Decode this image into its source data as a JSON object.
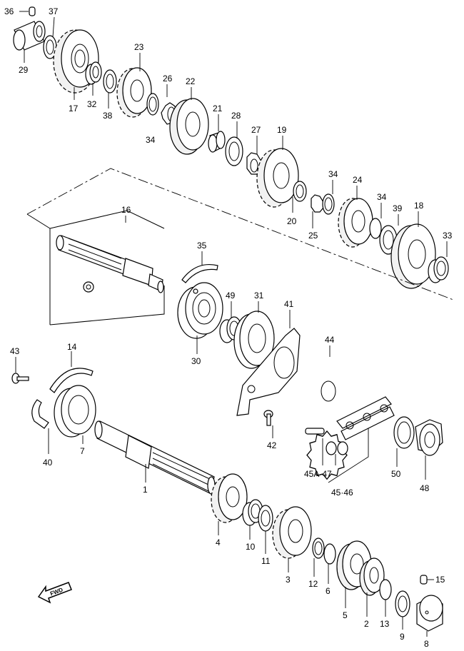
{
  "diagram": {
    "callouts": {
      "p36": "36",
      "p37": "37",
      "p29": "29",
      "p17": "17",
      "p32": "32",
      "p38": "38",
      "p23": "23",
      "p26": "26",
      "p22": "22",
      "p34a": "34",
      "p21": "21",
      "p28": "28",
      "p27": "27",
      "p19": "19",
      "p34b": "34",
      "p24": "24",
      "p20": "20",
      "p25": "25",
      "p34c": "34",
      "p39": "39",
      "p18": "18",
      "p33": "33",
      "p16": "16",
      "p35": "35",
      "p49": "49",
      "p31": "31",
      "p41": "41",
      "p30": "30",
      "p44": "44",
      "p43": "43",
      "p14": "14",
      "p7": "7",
      "p40": "40",
      "p42": "42",
      "p45a47": "45A·47",
      "p4546": "45·46",
      "p50": "50",
      "p48": "48",
      "p1": "1",
      "p4": "4",
      "p10": "10",
      "p11": "11",
      "p3": "3",
      "p12": "12",
      "p6": "6",
      "p15": "15",
      "p5": "5",
      "p2": "2",
      "p13": "13",
      "p9": "9",
      "p8": "8"
    },
    "fwd_label": "FWD"
  }
}
